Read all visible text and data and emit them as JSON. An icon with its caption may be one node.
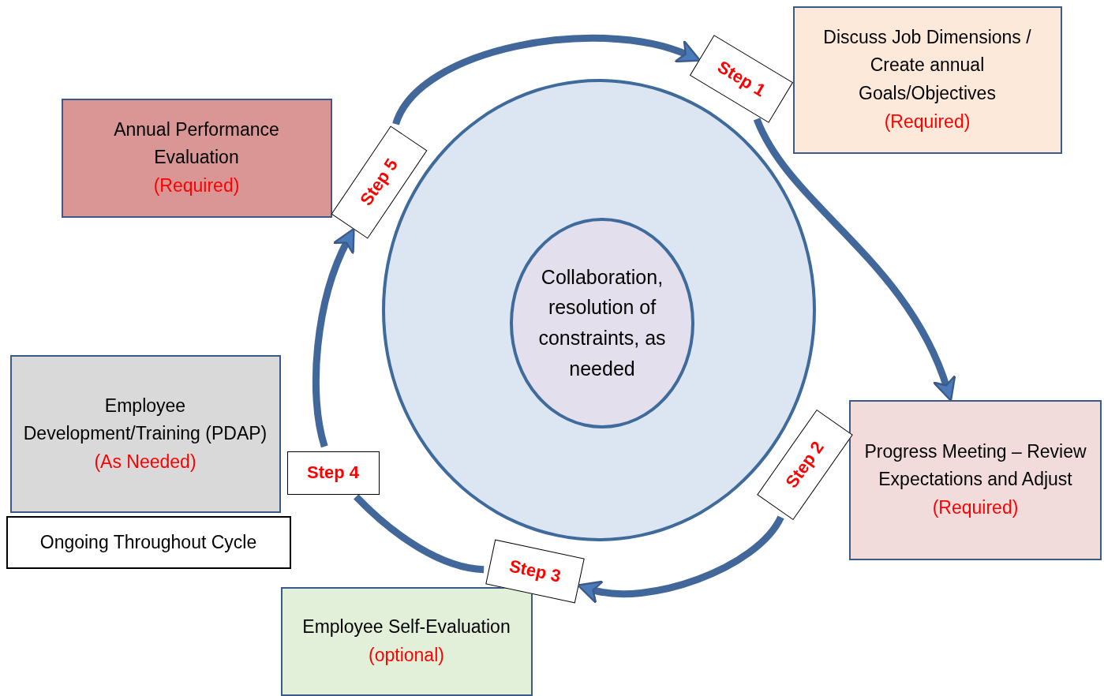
{
  "diagram": {
    "nodes": [
      {
        "text": [
          "Annual Performance Evaluation",
          "(Required)"
        ]
      },
      {
        "text": [
          "Step 5"
        ]
      },
      {
        "text": [
          "Step 1"
        ]
      },
      {
        "text": [
          "Discuss Job Dimensions / Create annual Goals/Objectives",
          "(Required)"
        ]
      },
      {
        "text": [],
        "shape": "circle"
      },
      {
        "text": [
          "Collaboration, resolution of constraints, as needed"
        ],
        "in": 4
      },
      {
        "text": [
          "Employee Development/Training (PDAP)",
          "(As Needed)"
        ]
      },
      {
        "text": [
          "Step 4"
        ]
      },
      {
        "text": [
          "Ongoing Throughout Cycle"
        ]
      },
      {
        "text": [
          "Step 2"
        ]
      },
      {
        "text": [
          "Progress Meeting – Review Expectations and Adjust",
          "(Required)"
        ]
      },
      {
        "text": [
          "Step 3"
        ]
      },
      {
        "text": [
          "Employee Self-Evaluation",
          "(optional)"
        ]
      }
    ],
    "edges": [
      {
        "from": 1,
        "to": 2,
        "arrow": "to"
      },
      {
        "from": 2,
        "to": 10,
        "arrow": "to"
      },
      {
        "from": 9,
        "to": 11,
        "arrow": "to"
      },
      {
        "from": 11,
        "to": 7,
        "arrow": "none"
      },
      {
        "from": 7,
        "to": 1,
        "arrow": "to"
      }
    ]
  }
}
